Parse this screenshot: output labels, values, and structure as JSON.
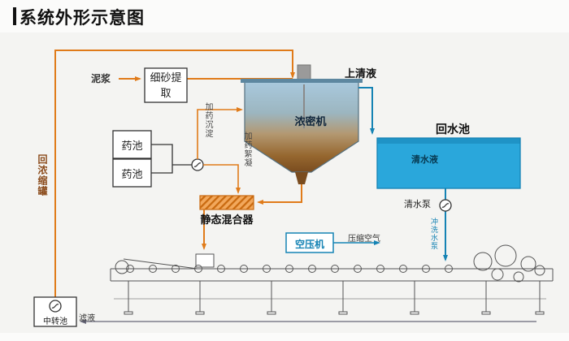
{
  "title": "系统外形示意图",
  "labels": {
    "mud": "泥浆",
    "sand_extract": "细砂提取",
    "supernatant": "上清液",
    "thickener": "浓密机",
    "return_pool": "回水池",
    "clear_water": "清水液",
    "chem_pool_1": "药池",
    "chem_pool_2": "药池",
    "dosing_sediment": "加药沉淀",
    "dosing_floc": "加药絮凝",
    "static_mixer": "静态混合器",
    "return_thickener": "回浓缩罐",
    "air_compressor": "空压机",
    "compressed_air": "压缩空气",
    "clear_pump": "清水泵",
    "flush_pump": "冲洗水泵",
    "transfer_pool": "中转池",
    "filtrate": "滤液"
  },
  "colors": {
    "flow_orange": "#e07b1a",
    "water_blue": "#1583b4",
    "pool_fill": "#2aa7db",
    "machine_line": "#555555"
  }
}
